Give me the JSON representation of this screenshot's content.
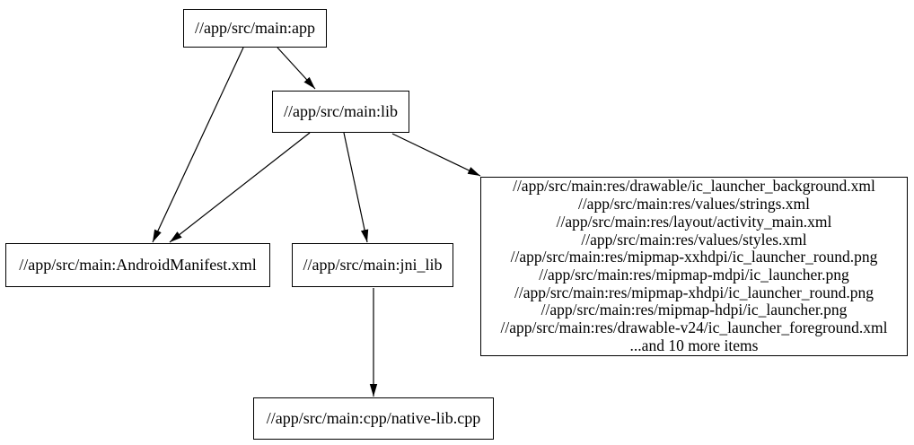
{
  "diagram": {
    "type": "dependency-graph",
    "colors": {
      "background": "#ffffff",
      "node_fill": "#ffffff",
      "node_border": "#000000",
      "edge": "#000000",
      "text": "#000000"
    },
    "nodes": {
      "app": {
        "label": "//app/src/main:app"
      },
      "lib": {
        "label": "//app/src/main:lib"
      },
      "android_manifest": {
        "label": "//app/src/main:AndroidManifest.xml"
      },
      "jni_lib": {
        "label": "//app/src/main:jni_lib"
      },
      "resources": {
        "lines": [
          "//app/src/main:res/drawable/ic_launcher_background.xml",
          "//app/src/main:res/values/strings.xml",
          "//app/src/main:res/layout/activity_main.xml",
          "//app/src/main:res/values/styles.xml",
          "//app/src/main:res/mipmap-xxhdpi/ic_launcher_round.png",
          "//app/src/main:res/mipmap-mdpi/ic_launcher.png",
          "//app/src/main:res/mipmap-xhdpi/ic_launcher_round.png",
          "//app/src/main:res/mipmap-hdpi/ic_launcher.png",
          "//app/src/main:res/drawable-v24/ic_launcher_foreground.xml",
          "...and 10 more items"
        ]
      },
      "native_cpp": {
        "label": "//app/src/main:cpp/native-lib.cpp"
      }
    },
    "edges": [
      {
        "from": "app",
        "to": "lib"
      },
      {
        "from": "app",
        "to": "android_manifest"
      },
      {
        "from": "lib",
        "to": "android_manifest"
      },
      {
        "from": "lib",
        "to": "jni_lib"
      },
      {
        "from": "lib",
        "to": "resources"
      },
      {
        "from": "jni_lib",
        "to": "native_cpp"
      }
    ]
  }
}
